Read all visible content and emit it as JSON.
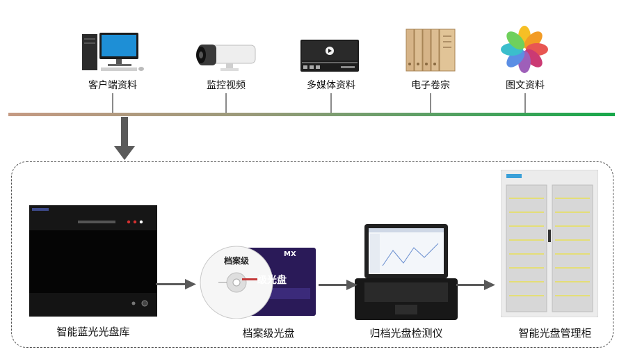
{
  "sources": [
    {
      "label": "客户端资料",
      "icon": "desktop-computer-icon"
    },
    {
      "label": "监控视频",
      "icon": "cctv-camera-icon"
    },
    {
      "label": "多媒体资料",
      "icon": "video-player-icon"
    },
    {
      "label": "电子卷宗",
      "icon": "document-folders-icon"
    },
    {
      "label": "图文资料",
      "icon": "photos-flower-icon"
    }
  ],
  "devices": [
    {
      "label": "智能蓝光光盘库",
      "icon": "optical-disc-library-icon"
    },
    {
      "label": "档案级光盘",
      "icon": "archival-disc-icon"
    },
    {
      "label": "归档光盘检测仪",
      "icon": "rugged-laptop-icon"
    },
    {
      "label": "智能光盘管理柜",
      "icon": "disc-cabinet-icon"
    }
  ],
  "disc": {
    "label_cd": "档案级",
    "label_box": "级光盘",
    "brand": "MX"
  },
  "colors": {
    "line_start": "#c59a83",
    "line_end": "#17a84a",
    "arrow": "#5a5a5a",
    "dashed_border": "#555555"
  }
}
